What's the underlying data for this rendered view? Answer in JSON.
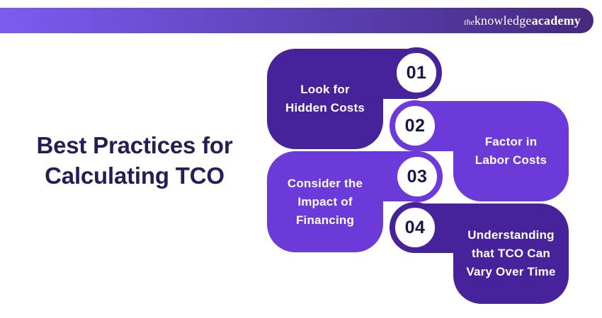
{
  "header": {
    "logo": {
      "the": "the",
      "knowledge": "knowledge",
      "academy": "academy"
    },
    "gradient_left": "#7D5BF0",
    "gradient_right": "#46297E"
  },
  "title": {
    "text": "Best Practices for\nCalculating TCO",
    "color": "#241E55"
  },
  "colors": {
    "dark_purple": "#47239B",
    "light_purple": "#6B3AD9",
    "number_text": "#1A1547",
    "card_text": "#FFFFFF",
    "background": "#FFFFFF"
  },
  "steps": [
    {
      "number": "01",
      "label": "Look for\nHidden Costs",
      "variant": "dark",
      "number_side": "right",
      "color": "#47239B"
    },
    {
      "number": "02",
      "label": "Factor in\nLabor Costs",
      "variant": "light",
      "number_side": "left",
      "color": "#6B3AD9"
    },
    {
      "number": "03",
      "label": "Consider the\nImpact of\nFinancing",
      "variant": "light",
      "number_side": "right",
      "color": "#6B3AD9"
    },
    {
      "number": "04",
      "label": "Understanding\nthat TCO Can\nVary Over Time",
      "variant": "dark",
      "number_side": "left",
      "color": "#47239B"
    }
  ]
}
